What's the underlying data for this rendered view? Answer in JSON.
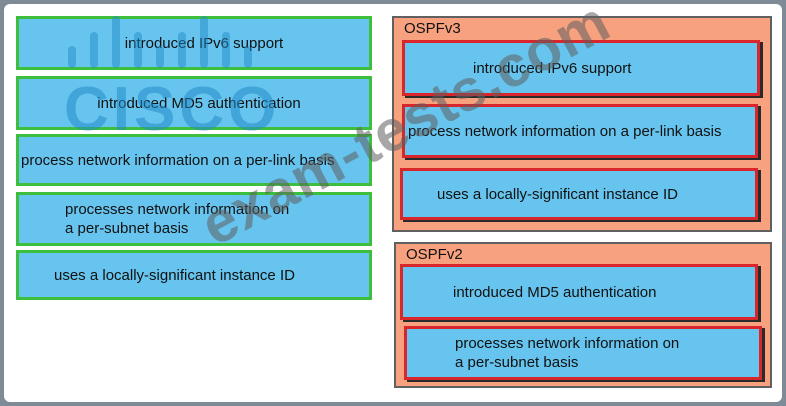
{
  "left_items": [
    "introduced IPv6 support",
    "introduced MD5 authentication",
    "process network information on a per-link basis",
    "processes network information on\na per-subnet basis",
    "uses a locally-significant instance ID"
  ],
  "ospfv3": {
    "title": "OSPFv3",
    "items": [
      "introduced IPv6 support",
      "process network information on a per-link basis",
      "uses a locally-significant instance ID"
    ]
  },
  "ospfv2": {
    "title": "OSPFv2",
    "items": [
      "introduced MD5 authentication",
      "processes network information on\na per-subnet basis"
    ]
  },
  "watermark": "exam-tests.com",
  "logo": "CISCO",
  "colors": {
    "item_fill": "#66c4ee",
    "left_border": "#3dbf3d",
    "right_border": "#d8262b",
    "panel_fill": "#f7a17e"
  }
}
